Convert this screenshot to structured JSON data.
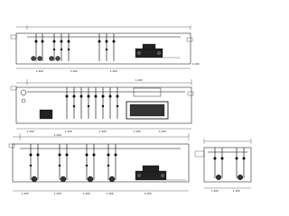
{
  "drawing": {
    "background": "#ffffff",
    "line_color": "#000000",
    "panels": [
      {
        "id": "plan-1",
        "scale_labels": [
          "1:100",
          "1:100",
          "1:100",
          "1:100"
        ]
      },
      {
        "id": "plan-2",
        "scale_labels": [
          "1:100",
          "1:100",
          "1:100",
          "1:100",
          "1:100",
          "1:100"
        ]
      },
      {
        "id": "plan-3",
        "scale_labels": [
          "1:100",
          "1:100",
          "1:100",
          "1:100",
          "1:100",
          "1:100"
        ]
      },
      {
        "id": "plan-4",
        "scale_labels": [
          "1:100",
          "1:100"
        ]
      }
    ]
  }
}
